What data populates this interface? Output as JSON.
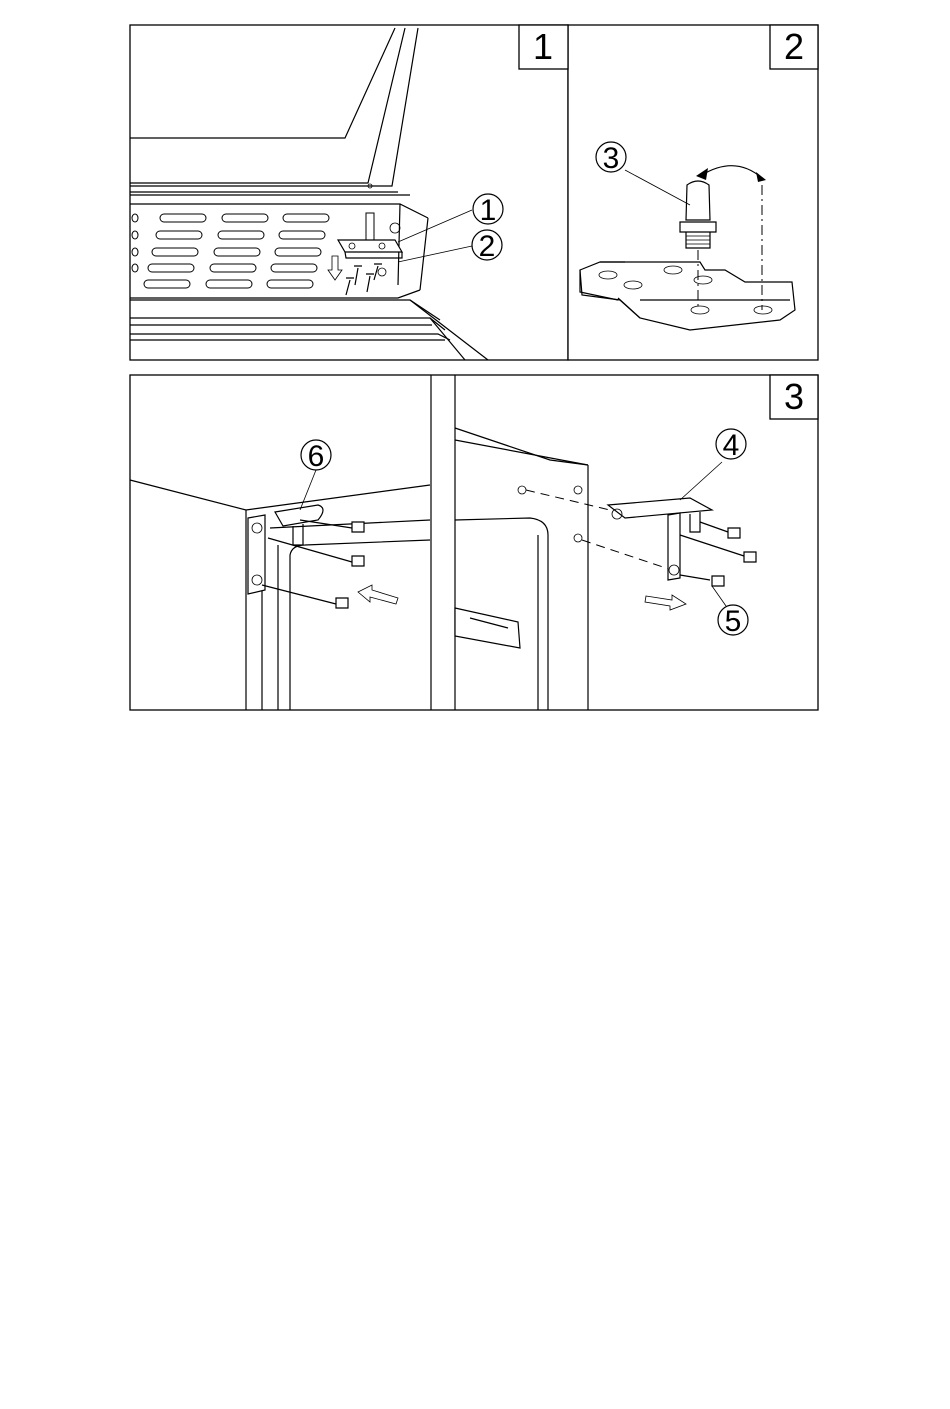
{
  "panels": [
    {
      "label": "1",
      "callouts": [
        "1",
        "2"
      ]
    },
    {
      "label": "2",
      "callouts": [
        "3"
      ]
    },
    {
      "label": "3",
      "callouts": [
        "6",
        "4",
        "5"
      ]
    }
  ]
}
